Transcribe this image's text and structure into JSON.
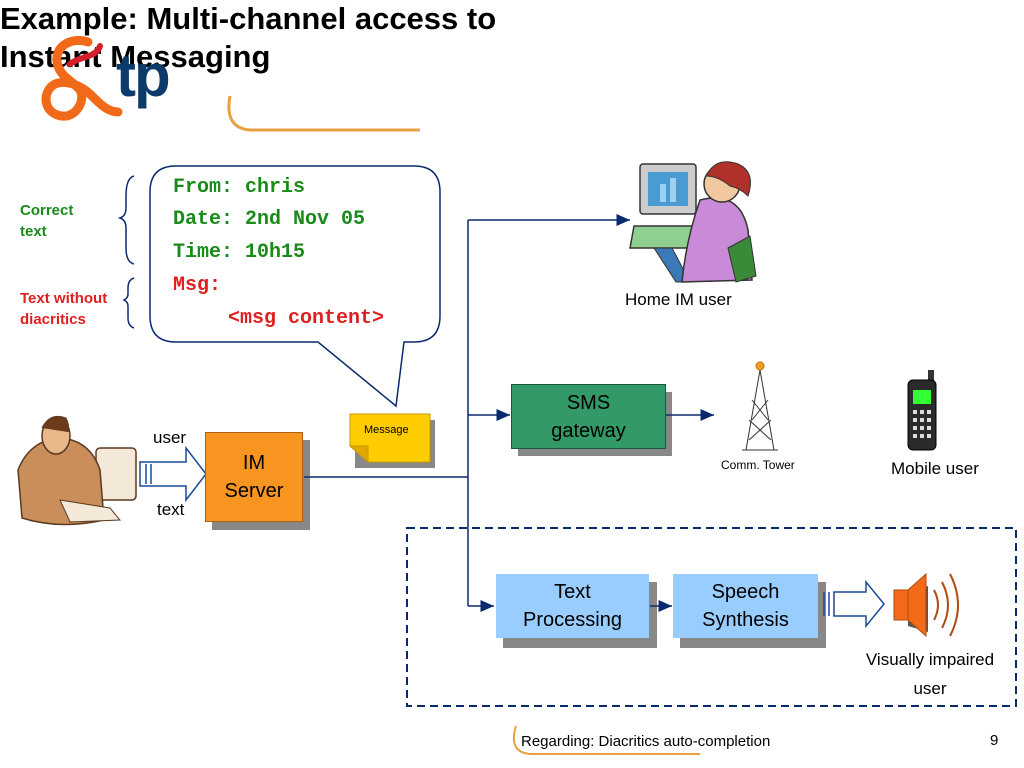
{
  "slide": {
    "title_line1": "Example: Multi-channel access to",
    "title_line2": "Instant Messaging",
    "logo_text": "tp",
    "footer": "Regarding: Diacritics auto-completion",
    "page_number": "9"
  },
  "annotations": {
    "correct_text_line1": "Correct",
    "correct_text_line2": "text",
    "no_diacritics_line1": "Text without",
    "no_diacritics_line2": "diacritics"
  },
  "bubble": {
    "from": "From: chris",
    "date": "Date: 2nd Nov 05",
    "time": "Time: 10h15",
    "msg_label": "Msg:",
    "msg_content": "<msg content>"
  },
  "nodes": {
    "user_label": "user",
    "text_label": "text",
    "im_server_line1": "IM",
    "im_server_line2": "Server",
    "message_note": "Message",
    "home_user": "Home IM user",
    "sms_line1": "SMS",
    "sms_line2": "gateway",
    "tower": "Comm. Tower",
    "mobile_user": "Mobile user",
    "text_proc_line1": "Text",
    "text_proc_line2": "Processing",
    "speech_line1": "Speech",
    "speech_line2": "Synthesis",
    "impaired_line1": "Visually impaired",
    "impaired_line2": "user"
  },
  "colors": {
    "green_text": "#1a8a1a",
    "red_text": "#e02020",
    "im_server": "#f79520",
    "sms_gateway": "#339966",
    "processing_boxes": "#99ccff",
    "connector": "#0a2a6e",
    "message_note": "#ffcc00",
    "logo_orange": "#f06a1a",
    "logo_navy": "#0b3a6b"
  }
}
